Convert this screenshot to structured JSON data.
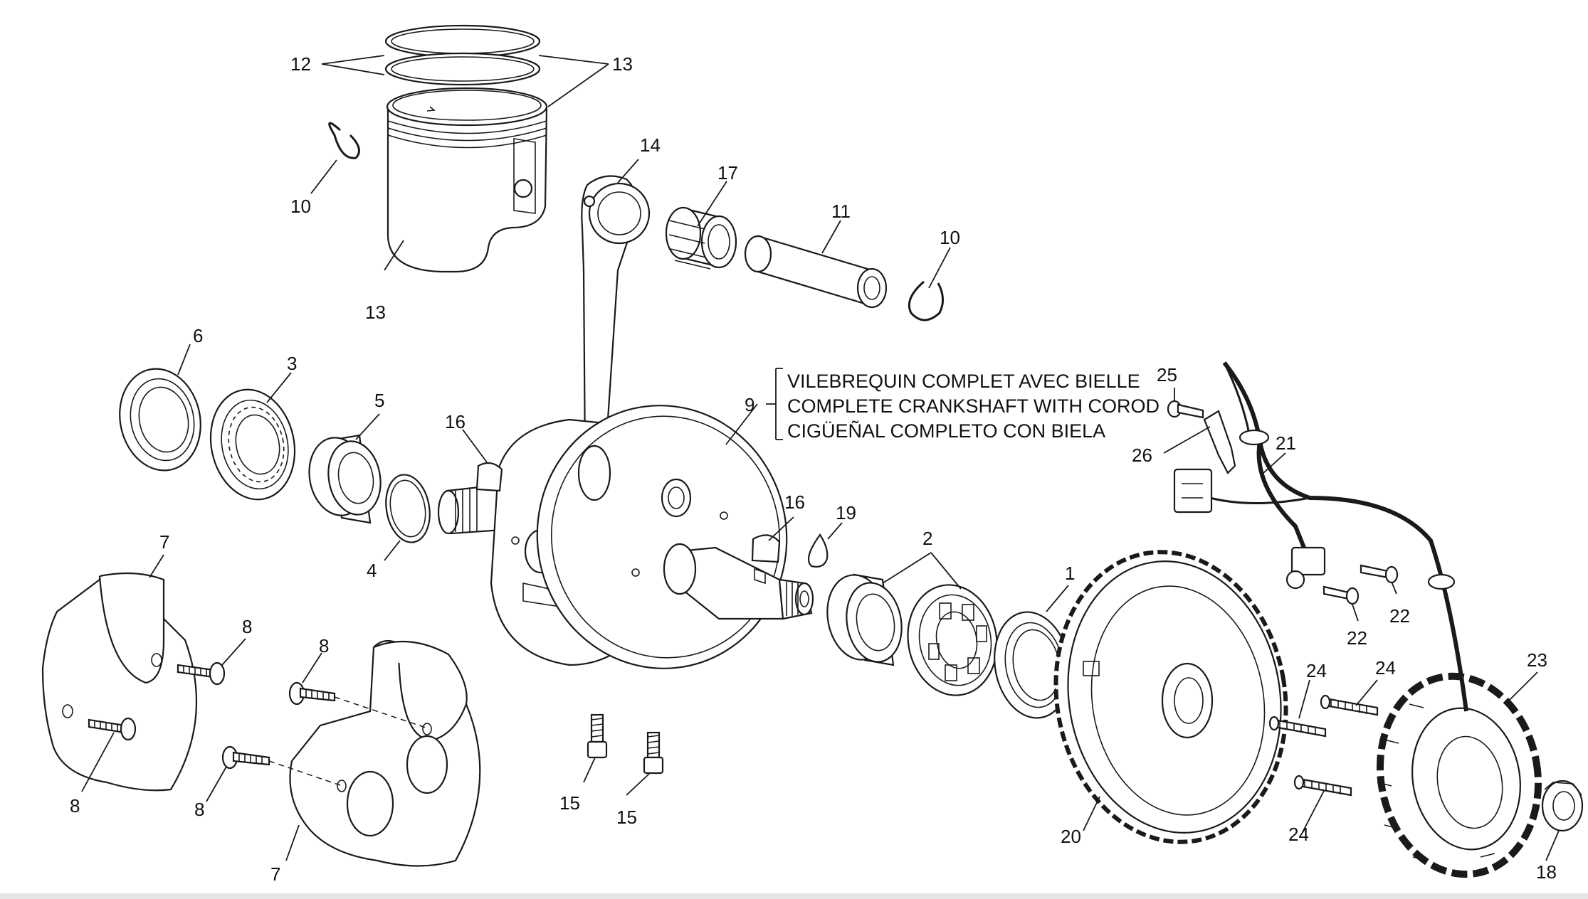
{
  "callouts": {
    "c12": "12",
    "c13a": "13",
    "c10a": "10",
    "c13b": "13",
    "c14": "14",
    "c17": "17",
    "c11": "11",
    "c10b": "10",
    "c6": "6",
    "c3": "3",
    "c5": "5",
    "c16a": "16",
    "c4": "4",
    "c9": "9",
    "c16b": "16",
    "c19": "19",
    "c2": "2",
    "c1": "1",
    "c7a": "7",
    "c8a": "8",
    "c8b": "8",
    "c8c": "8",
    "c8d": "8",
    "c7b": "7",
    "c15a": "15",
    "c15b": "15",
    "c25": "25",
    "c26": "26",
    "c21": "21",
    "c22a": "22",
    "c22b": "22",
    "c24a": "24",
    "c24b": "24",
    "c24c": "24",
    "c23": "23",
    "c20": "20",
    "c18": "18"
  },
  "caption": {
    "fr": "VILEBREQUIN COMPLET AVEC BIELLE",
    "en": "COMPLETE CRANKSHAFT WITH COROD",
    "es": "CIGÜEÑAL COMPLETO CON BIELA"
  }
}
